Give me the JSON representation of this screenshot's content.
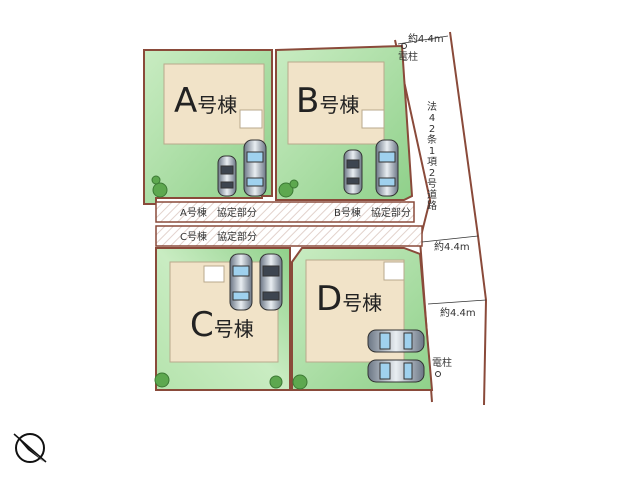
{
  "houses": {
    "a": {
      "letter": "A",
      "suffix": "号棟"
    },
    "b": {
      "letter": "B",
      "suffix": "号棟"
    },
    "c": {
      "letter": "C",
      "suffix": "号棟"
    },
    "d": {
      "letter": "D",
      "suffix": "号棟"
    }
  },
  "agreement": {
    "a": "A号棟　協定部分",
    "b": "B号棟　協定部分",
    "c": "C号棟　協定部分"
  },
  "road": {
    "width_top": "約4.4m",
    "width_mid": "約4.4m",
    "width_right": "約4.4m",
    "pole_top": "電柱",
    "pole_bottom": "電柱",
    "legal": "法42条1項2号道路"
  },
  "colors": {
    "lot_green": "#a9dca0",
    "building": "#f1e3c8",
    "boundary": "#8a4a3a",
    "hatch": "#e7d9d3"
  }
}
